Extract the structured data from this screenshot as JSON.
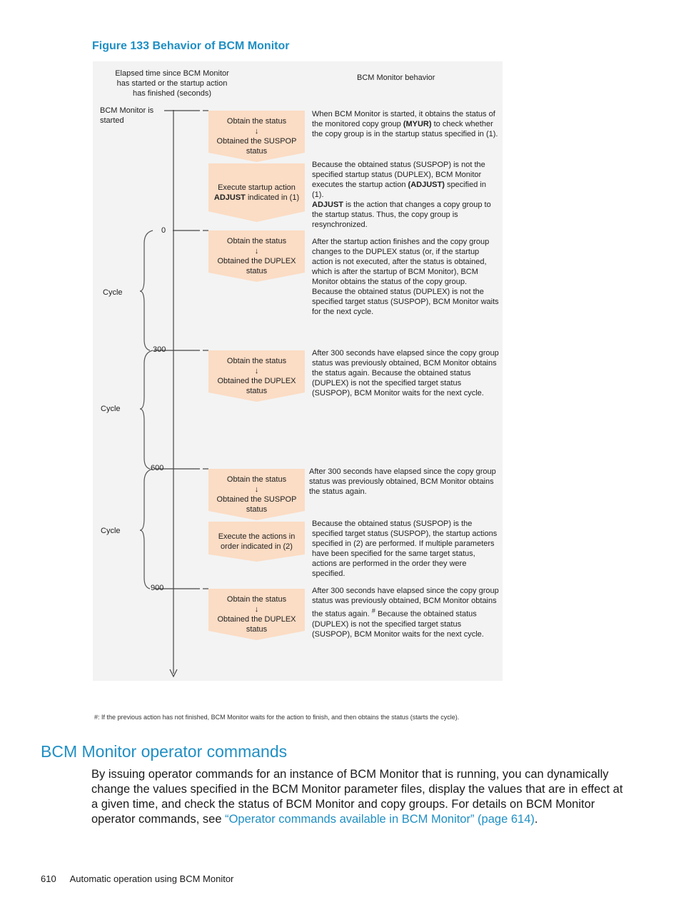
{
  "figure": {
    "caption": "Figure 133 Behavior of BCM Monitor",
    "header_left": "Elapsed time since BCM Monitor has started or the startup action has finished (seconds)",
    "header_right": "BCM Monitor behavior",
    "started_label": "BCM Monitor is started",
    "ticks": [
      "0",
      "300",
      "600",
      "900"
    ],
    "cycle_label": "Cycle",
    "boxes": [
      {
        "line1": "Obtain the status",
        "arrow": "↓",
        "line2": "Obtained the SUSPOP status"
      },
      {
        "line1": "Execute startup action",
        "bold": "ADJUST",
        "line2": "indicated in (1)"
      },
      {
        "line1": "Obtain the status",
        "arrow": "↓",
        "line2": "Obtained the DUPLEX status"
      },
      {
        "line1": "Obtain the status",
        "arrow": "↓",
        "line2": "Obtained the DUPLEX status"
      },
      {
        "line1": "Obtain the status",
        "arrow": "↓",
        "line2": "Obtained the SUSPOP status"
      },
      {
        "line1": "Execute the actions in order indicated in (2)"
      },
      {
        "line1": "Obtain the status",
        "arrow": "↓",
        "line2": "Obtained the DUPLEX status"
      }
    ],
    "descriptions": {
      "d1_a": "When BCM Monitor is started, it obtains the status of the monitored copy group",
      "d1_b": "(MYUR)",
      "d1_c": "to check whether the copy group is in the startup status specified in (1).",
      "d2_a": "Because the obtained status (SUSPOP) is not the specified startup status (DUPLEX), BCM Monitor executes the startup action",
      "d2_b": "(ADJUST)",
      "d2_c": "specified in (1).",
      "d2_d": "ADJUST",
      "d2_e": "is the action that changes a copy group to the startup status. Thus, the copy group is resynchronized.",
      "d3": "After the startup action finishes and the copy group changes to the DUPLEX status (or, if the startup action is not executed, after the status is obtained, which is after the startup of BCM Monitor), BCM Monitor obtains the status of the copy group. Because the obtained status (DUPLEX) is not the specified target status (SUSPOP), BCM Monitor waits for the next cycle.",
      "d4": "After 300 seconds have elapsed since the copy group status was previously obtained, BCM Monitor obtains the status again. Because the obtained status (DUPLEX) is not the specified target status (SUSPOP), BCM Monitor waits for the next cycle.",
      "d5": "After 300 seconds have elapsed since the copy group status was previously obtained, BCM Monitor obtains the status again.",
      "d6": "Because the obtained status (SUSPOP) is the specified target status (SUSPOP), the startup actions specified in (2) are performed. If multiple parameters have been specified for the same target status, actions are performed in the order they were specified.",
      "d7_a": "After 300 seconds have elapsed since the copy group status was previously obtained, BCM Monitor obtains the status again.",
      "d7_mark": "#",
      "d7_b": "Because the obtained status (DUPLEX) is not the specified target status (SUSPOP), BCM Monitor waits for the next cycle."
    },
    "footnote": "#: If the previous action has not finished, BCM Monitor waits for the action to finish, and then obtains the status (starts the cycle)."
  },
  "section": {
    "title": "BCM Monitor operator commands",
    "para_text": "By issuing operator commands for an instance of BCM Monitor that is running, you can dynamically change the values specified in the BCM Monitor parameter files, display the values that are in effect at a given time, and check the status of BCM Monitor and copy groups. For details on BCM Monitor operator commands, see ",
    "link_text": "“Operator commands available in BCM Monitor” (page 614)",
    "para_end": "."
  },
  "footer": {
    "page_number": "610",
    "running_title": "Automatic operation using BCM Monitor"
  }
}
